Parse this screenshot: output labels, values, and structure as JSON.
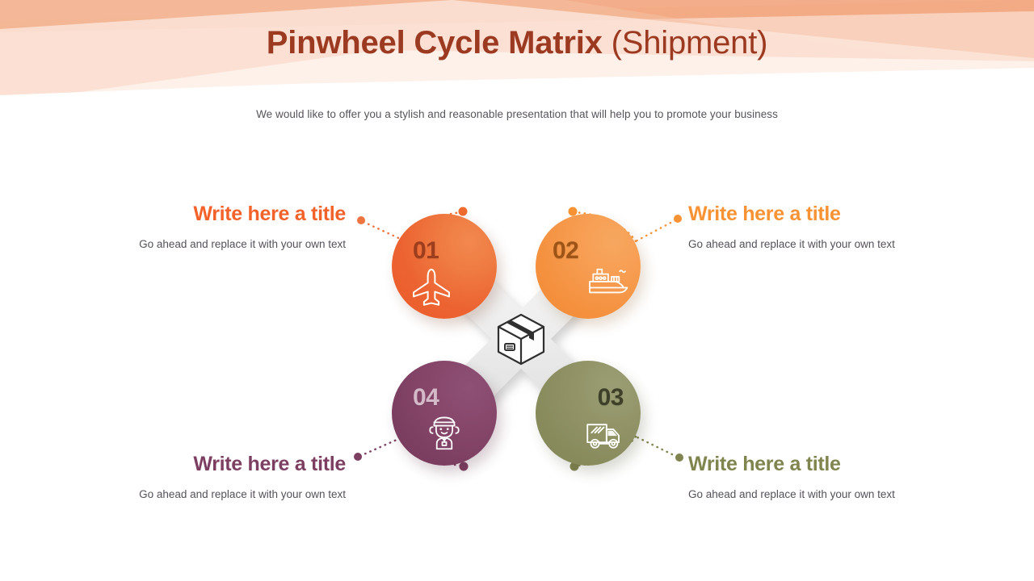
{
  "header": {
    "title_bold": "Pinwheel Cycle Matrix ",
    "title_regular": "(Shipment)",
    "subtitle": "We would like to offer you a stylish and reasonable presentation that will help you to promote your business",
    "title_color": "#9c3a21",
    "band_colors": [
      "#f2a984",
      "#f9cdb6",
      "#fae2d6",
      "#fbeee8",
      "#fdf4f0"
    ]
  },
  "diagram": {
    "center_icon": "package-box-icon",
    "hub_color": "#e8e8e8",
    "nodes": [
      {
        "number": "01",
        "icon": "airplane-icon",
        "color": "#ec6331",
        "number_color": "#9c3d1d",
        "title": "Write here a title",
        "title_color": "#f2622a",
        "description": "Go ahead and replace it with your own text"
      },
      {
        "number": "02",
        "icon": "cargo-ship-icon",
        "color": "#f4913f",
        "number_color": "#9e5416",
        "title": "Write here a title",
        "title_color": "#f79334",
        "description": "Go ahead and replace it with your own text"
      },
      {
        "number": "03",
        "icon": "delivery-truck-icon",
        "color": "#888b5c",
        "number_color": "#3f402a",
        "title": "Write here a title",
        "title_color": "#80844f",
        "description": "Go ahead and replace it with your own text"
      },
      {
        "number": "04",
        "icon": "courier-person-icon",
        "color": "#7d3f61",
        "number_color": "#d4b9c8",
        "title": "Write here a title",
        "title_color": "#7d3f61",
        "description": "Go ahead and replace it with your own text"
      }
    ]
  }
}
